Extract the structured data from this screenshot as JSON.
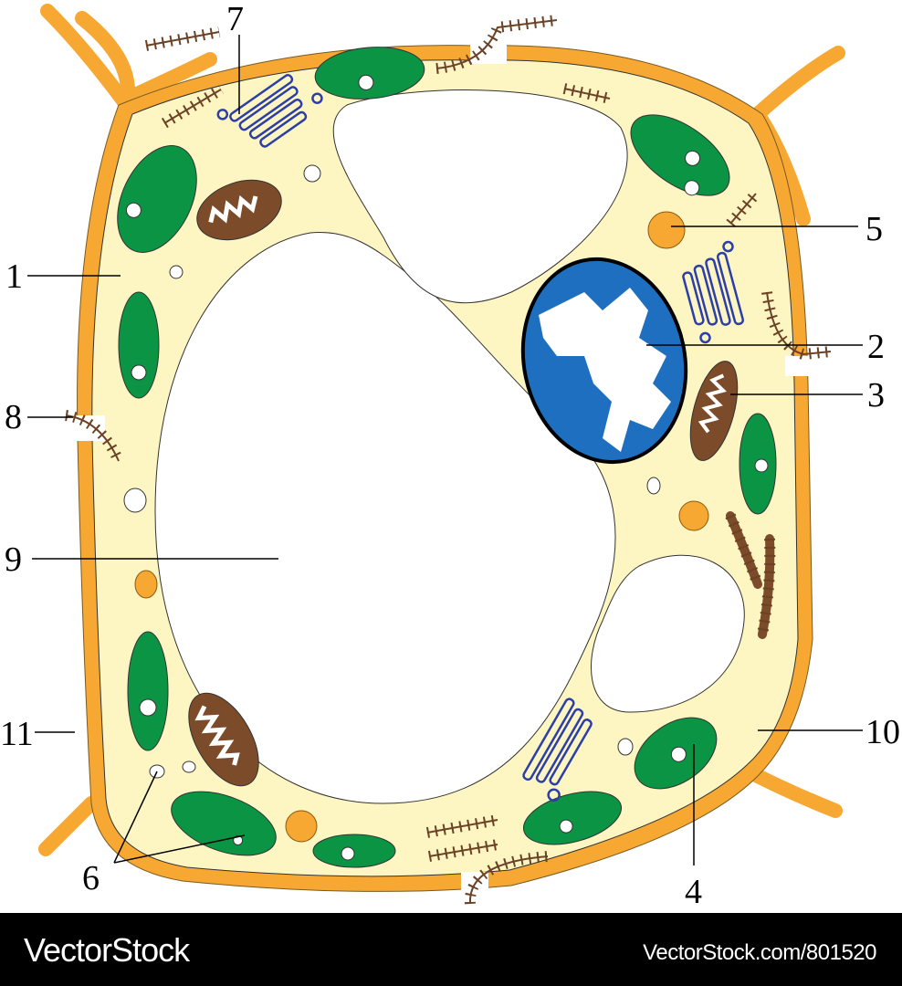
{
  "diagram": {
    "labels": [
      "1",
      "2",
      "3",
      "4",
      "5",
      "6",
      "7",
      "8",
      "9",
      "10",
      "11"
    ],
    "colors": {
      "wall": "#f7a833",
      "cytoplasm": "#fef6c2",
      "chloroplast": "#0b9444",
      "mitochondrion": "#7b4b2a",
      "nucleus": "#1f6fc0",
      "golgi": "#2c3fa8",
      "er": "#6b4226"
    }
  },
  "footer": {
    "brand": "VectorStock",
    "url": "VectorStock.com/801520"
  }
}
